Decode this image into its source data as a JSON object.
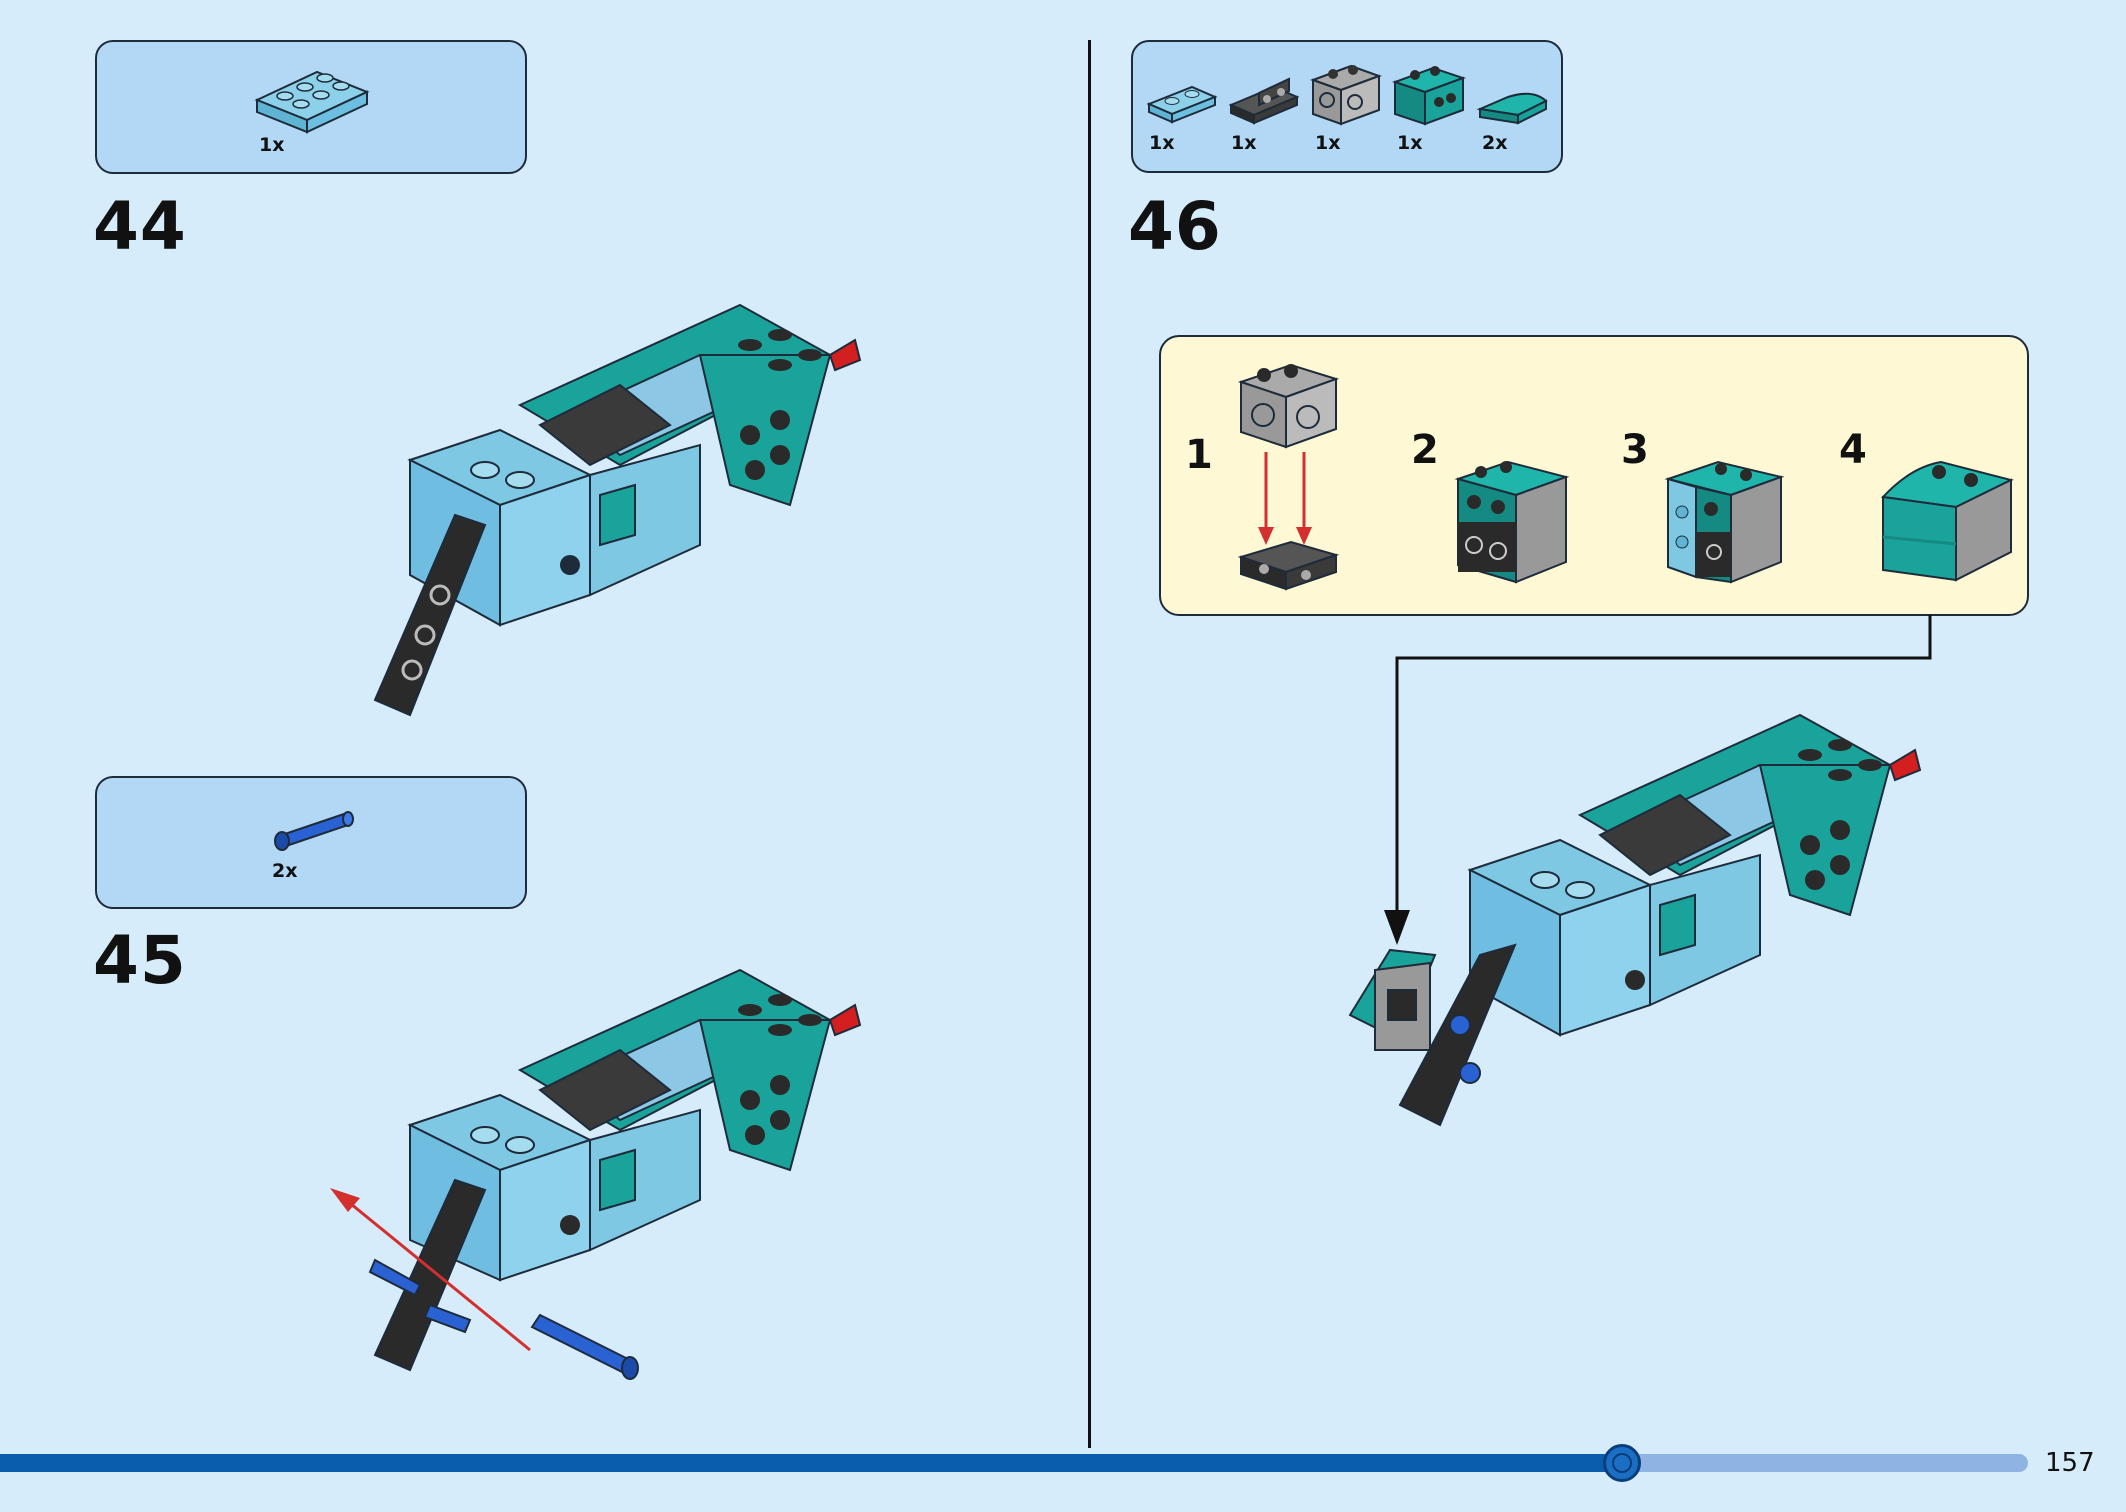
{
  "steps": [
    {
      "number": "44",
      "parts": [
        {
          "qty": "1x",
          "icon": "light-blue-plate-2x3-icon"
        }
      ]
    },
    {
      "number": "45",
      "parts": [
        {
          "qty": "2x",
          "icon": "blue-technic-pin-icon"
        }
      ]
    },
    {
      "number": "46",
      "parts": [
        {
          "qty": "1x",
          "icon": "light-blue-plate-1x2-icon"
        },
        {
          "qty": "1x",
          "icon": "dark-grey-bracket-icon"
        },
        {
          "qty": "1x",
          "icon": "grey-technic-brick-icon"
        },
        {
          "qty": "1x",
          "icon": "teal-bracket-icon"
        },
        {
          "qty": "2x",
          "icon": "teal-curved-slope-icon"
        }
      ],
      "substeps": [
        "1",
        "2",
        "3",
        "4"
      ]
    }
  ],
  "page_number": "157",
  "progress": 0.8,
  "colors": {
    "background": "#d6ecfb",
    "parts_box": "#b3d8f5",
    "substep_box": "#fff8d4",
    "teal": "#1aa39a",
    "light_blue": "#7ec8e3",
    "dark_grey": "#3a3a3a",
    "progress_fill": "#0a5cad",
    "progress_track": "#8fb3e2",
    "arrow_red": "#d32f2f"
  }
}
